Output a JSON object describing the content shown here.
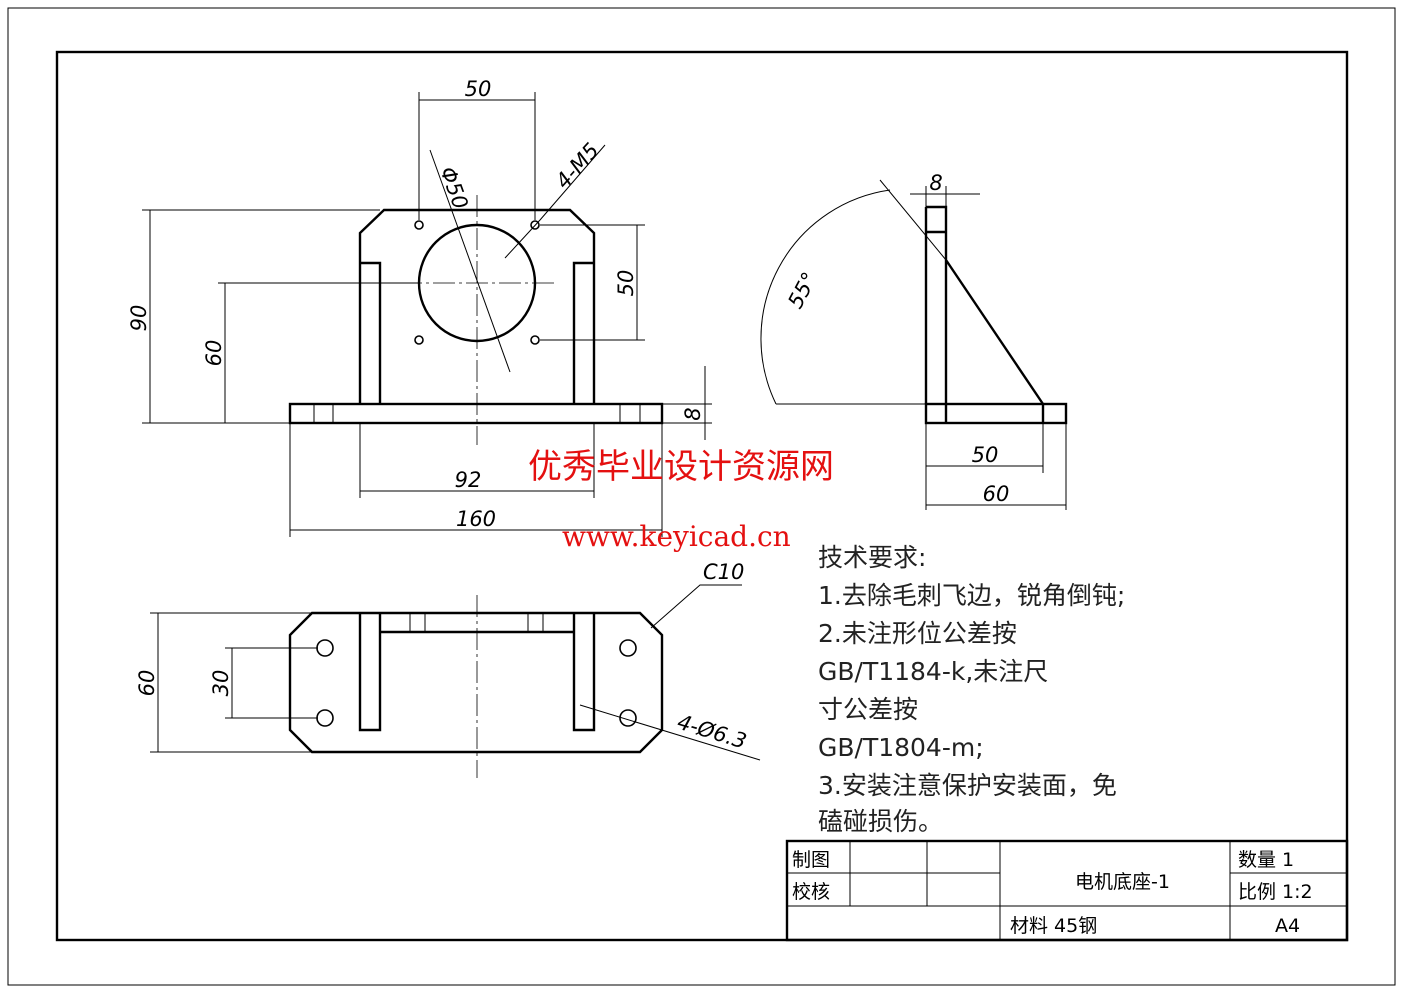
{
  "front_view": {
    "dim_hole_spacing_h": "50",
    "dim_bore": "Φ50",
    "dim_thread": "4-M5",
    "dim_height": "90",
    "dim_center_height": "60",
    "dim_hole_spacing_v": "50",
    "dim_base_thickness": "8",
    "dim_inner_width": "92",
    "dim_total_length": "160"
  },
  "side_view": {
    "dim_plate_thickness": "8",
    "dim_angle": "55°",
    "dim_rib_length": "50",
    "dim_base_length": "60"
  },
  "top_view": {
    "dim_chamfer": "C10",
    "dim_width": "60",
    "dim_hole_spacing": "30",
    "dim_holes": "4-Ø6.3"
  },
  "watermark": {
    "title": "优秀毕业设计资源网",
    "url": "www.keyicad.cn"
  },
  "tech_requirements": {
    "heading": "技术要求:",
    "lines": [
      "1.去除毛刺飞边，锐角倒钝;",
      "2.未注形位公差按",
      "GB/T1184-k,未注尺",
      "寸公差按",
      "GB/T1804-m;",
      "3.安装注意保护安装面，免",
      "磕碰损伤。"
    ]
  },
  "title_block": {
    "drawn": "制图",
    "checked": "校核",
    "part_name": "电机底座-1",
    "quantity": "数量 1",
    "scale": "比例 1:2",
    "material": "材料 45钢",
    "sheet": "A4"
  }
}
